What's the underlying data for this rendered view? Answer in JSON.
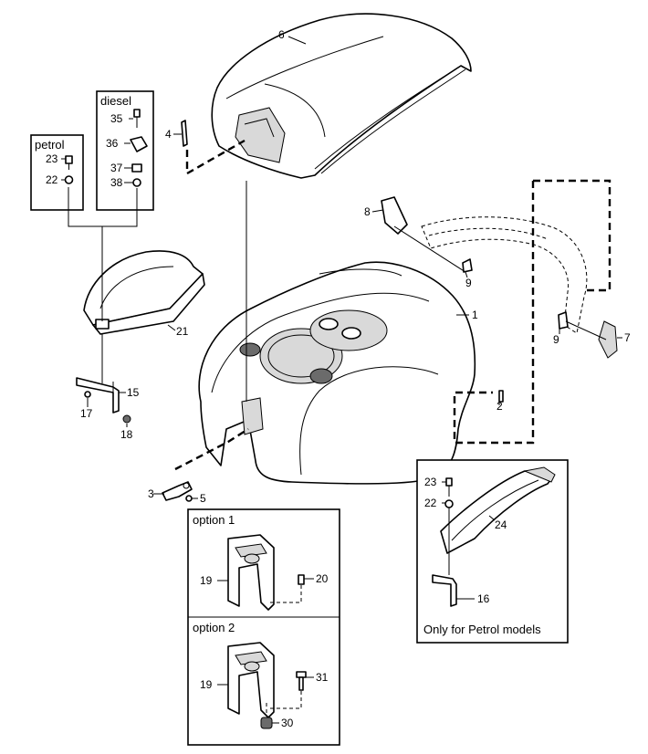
{
  "groups": {
    "petrol": "petrol",
    "diesel": "diesel",
    "option1": "option 1",
    "option2": "option 2",
    "petrol_only": "Only for Petrol models"
  },
  "callouts": {
    "c1": "1",
    "c2": "2",
    "c3": "3",
    "c4": "4",
    "c5": "5",
    "c6": "6",
    "c7": "7",
    "c8": "8",
    "c9a": "9",
    "c9b": "9",
    "c15": "15",
    "c16": "16",
    "c17": "17",
    "c18": "18",
    "c19a": "19",
    "c19b": "19",
    "c20": "20",
    "c21": "21",
    "c22a": "22",
    "c22b": "22",
    "c23a": "23",
    "c23b": "23",
    "c24": "24",
    "c30": "30",
    "c31": "31",
    "c35": "35",
    "c36": "36",
    "c37": "37",
    "c38": "38"
  }
}
